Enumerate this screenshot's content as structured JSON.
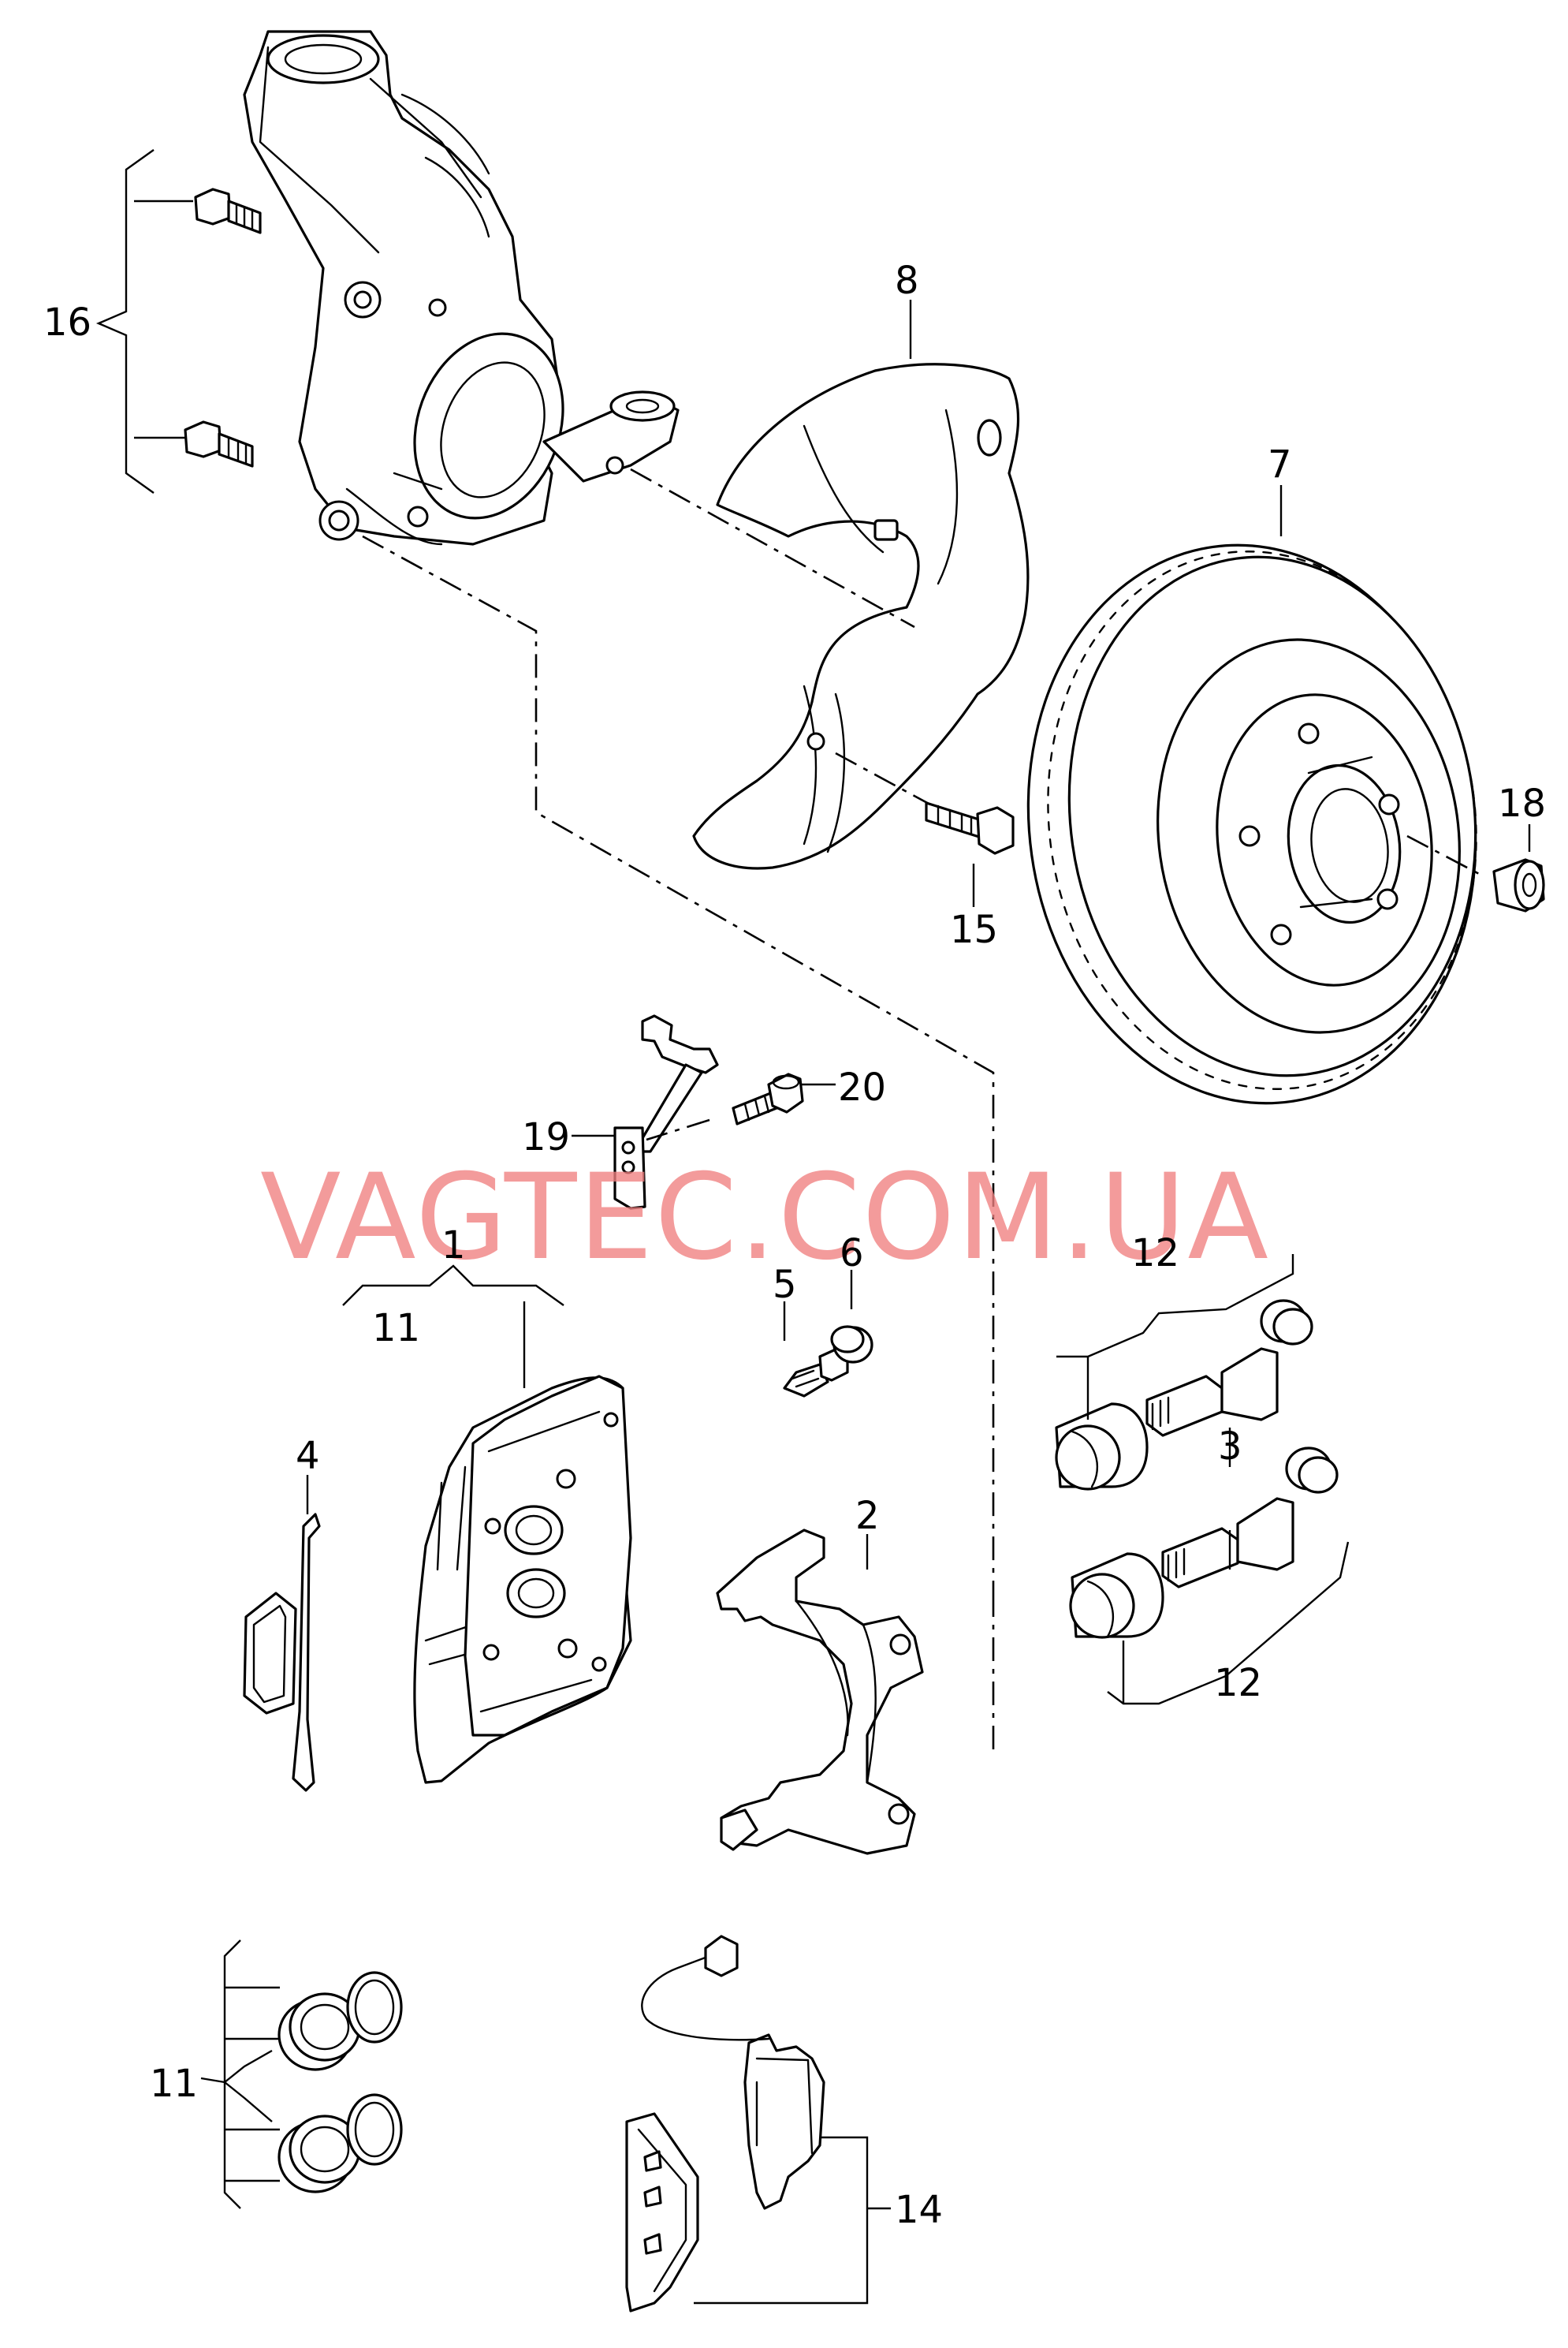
{
  "watermark": "VAGTEC.COM.UA",
  "callouts": {
    "c1": "1",
    "c2": "2",
    "c3": "3",
    "c4": "4",
    "c5": "5",
    "c6": "6",
    "c7": "7",
    "c8": "8",
    "c11a": "11",
    "c11b": "11",
    "c12a": "12",
    "c12b": "12",
    "c14": "14",
    "c15": "15",
    "c16": "16",
    "c18": "18",
    "c19": "19",
    "c20": "20"
  },
  "colors": {
    "line": "#000000",
    "watermark": "#f08080",
    "background": "#ffffff"
  }
}
